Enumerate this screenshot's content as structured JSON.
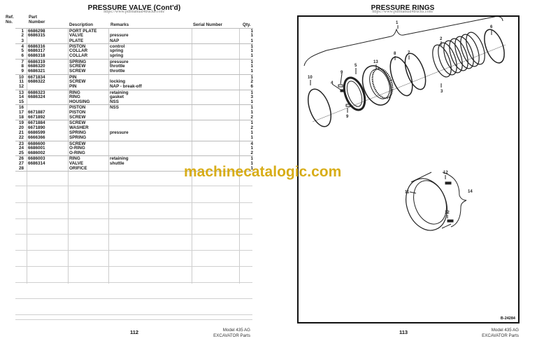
{
  "left_page": {
    "title": "PRESSURE VALVE (Cont'd)",
    "url": "https://www.pdfmanual4trucks.com/",
    "headers": {
      "ref_line1": "Ref.",
      "ref_line2": "No.",
      "part_line1": "Part",
      "part_line2": "Number",
      "description": "Description",
      "remarks": "Remarks",
      "serial": "Serial Number",
      "qty": "Qty."
    },
    "rows": [
      {
        "ref": "1",
        "part": "6686298",
        "desc": "PORT PLATE",
        "remarks": "",
        "qty": "1"
      },
      {
        "ref": "2",
        "part": "6686315",
        "desc": "VALVE",
        "remarks": "pressure",
        "qty": "1"
      },
      {
        "ref": "3",
        "part": "",
        "desc": "PLATE",
        "remarks": "NAP",
        "qty": "1"
      },
      {
        "ref": "4",
        "part": "6686316",
        "desc": "PISTON",
        "remarks": "control",
        "qty": "1"
      },
      {
        "ref": "5",
        "part": "6686317",
        "desc": "COLLAR",
        "remarks": "spring",
        "qty": "1"
      },
      {
        "ref": "6",
        "part": "6686318",
        "desc": "COLLAR",
        "remarks": "spring",
        "qty": "1"
      },
      {
        "ref": "7",
        "part": "6686319",
        "desc": "SPRING",
        "remarks": "pressure",
        "qty": "1"
      },
      {
        "ref": "8",
        "part": "6686320",
        "desc": "SCREW",
        "remarks": "throttle",
        "qty": "1"
      },
      {
        "ref": "9",
        "part": "6686321",
        "desc": "SCREW",
        "remarks": "throttle",
        "qty": "1"
      },
      {
        "ref": "10",
        "part": "6671834",
        "desc": "PIN",
        "remarks": "",
        "qty": "1"
      },
      {
        "ref": "11",
        "part": "6686322",
        "desc": "SCREW",
        "remarks": "locking",
        "qty": "2"
      },
      {
        "ref": "12",
        "part": "",
        "desc": "PIN",
        "remarks": "NAP - break-off",
        "qty": "6"
      },
      {
        "ref": "13",
        "part": "6686323",
        "desc": "RING",
        "remarks": "retaining",
        "qty": "1"
      },
      {
        "ref": "14",
        "part": "6686324",
        "desc": "RING",
        "remarks": "gasket",
        "qty": "3"
      },
      {
        "ref": "15",
        "part": "",
        "desc": "HOUSING",
        "remarks": "NSS",
        "qty": "1"
      },
      {
        "ref": "16",
        "part": "",
        "desc": "PISTON",
        "remarks": "NSS",
        "qty": "1"
      },
      {
        "ref": "17",
        "part": "6671887",
        "desc": "PISTON",
        "remarks": "",
        "qty": "1"
      },
      {
        "ref": "18",
        "part": "6671892",
        "desc": "SCREW",
        "remarks": "",
        "qty": "2"
      },
      {
        "ref": "19",
        "part": "6671884",
        "desc": "SCREW",
        "remarks": "",
        "qty": "1"
      },
      {
        "ref": "20",
        "part": "6671890",
        "desc": "WASHER",
        "remarks": "",
        "qty": "2"
      },
      {
        "ref": "21",
        "part": "6686599",
        "desc": "SPRING",
        "remarks": "pressure",
        "qty": "1"
      },
      {
        "ref": "22",
        "part": "6666366",
        "desc": "SPRING",
        "remarks": "",
        "qty": "1"
      },
      {
        "ref": "23",
        "part": "6686600",
        "desc": "SCREW",
        "remarks": "",
        "qty": "4"
      },
      {
        "ref": "24",
        "part": "6686001",
        "desc": "O-RING",
        "remarks": "",
        "qty": "1"
      },
      {
        "ref": "25",
        "part": "6686002",
        "desc": "O-RING",
        "remarks": "",
        "qty": "2"
      },
      {
        "ref": "26",
        "part": "6686003",
        "desc": "RING",
        "remarks": "retaining",
        "qty": "1"
      },
      {
        "ref": "27",
        "part": "6686314",
        "desc": "VALVE",
        "remarks": "shuttle",
        "qty": "1"
      },
      {
        "ref": "28",
        "part": "",
        "desc": "ORIFICE",
        "remarks": "",
        "qty": "1"
      }
    ],
    "page_number": "112",
    "footer_model": "Model 435 AG",
    "footer_section": "EXCAVATOR Parts"
  },
  "right_page": {
    "title": "PRESSURE RINGS",
    "url": "https://www.pdfmanual4trucks.com/",
    "diagram_code": "B-24284",
    "callouts": [
      "1",
      "2",
      "3",
      "4",
      "5",
      "6",
      "7",
      "8",
      "9",
      "9",
      "10",
      "11",
      "12",
      "12",
      "13",
      "14"
    ],
    "page_number": "113",
    "footer_model": "Model 435 AG",
    "footer_section": "EXCAVATOR Parts"
  },
  "watermark": "machinecatalogic.com"
}
